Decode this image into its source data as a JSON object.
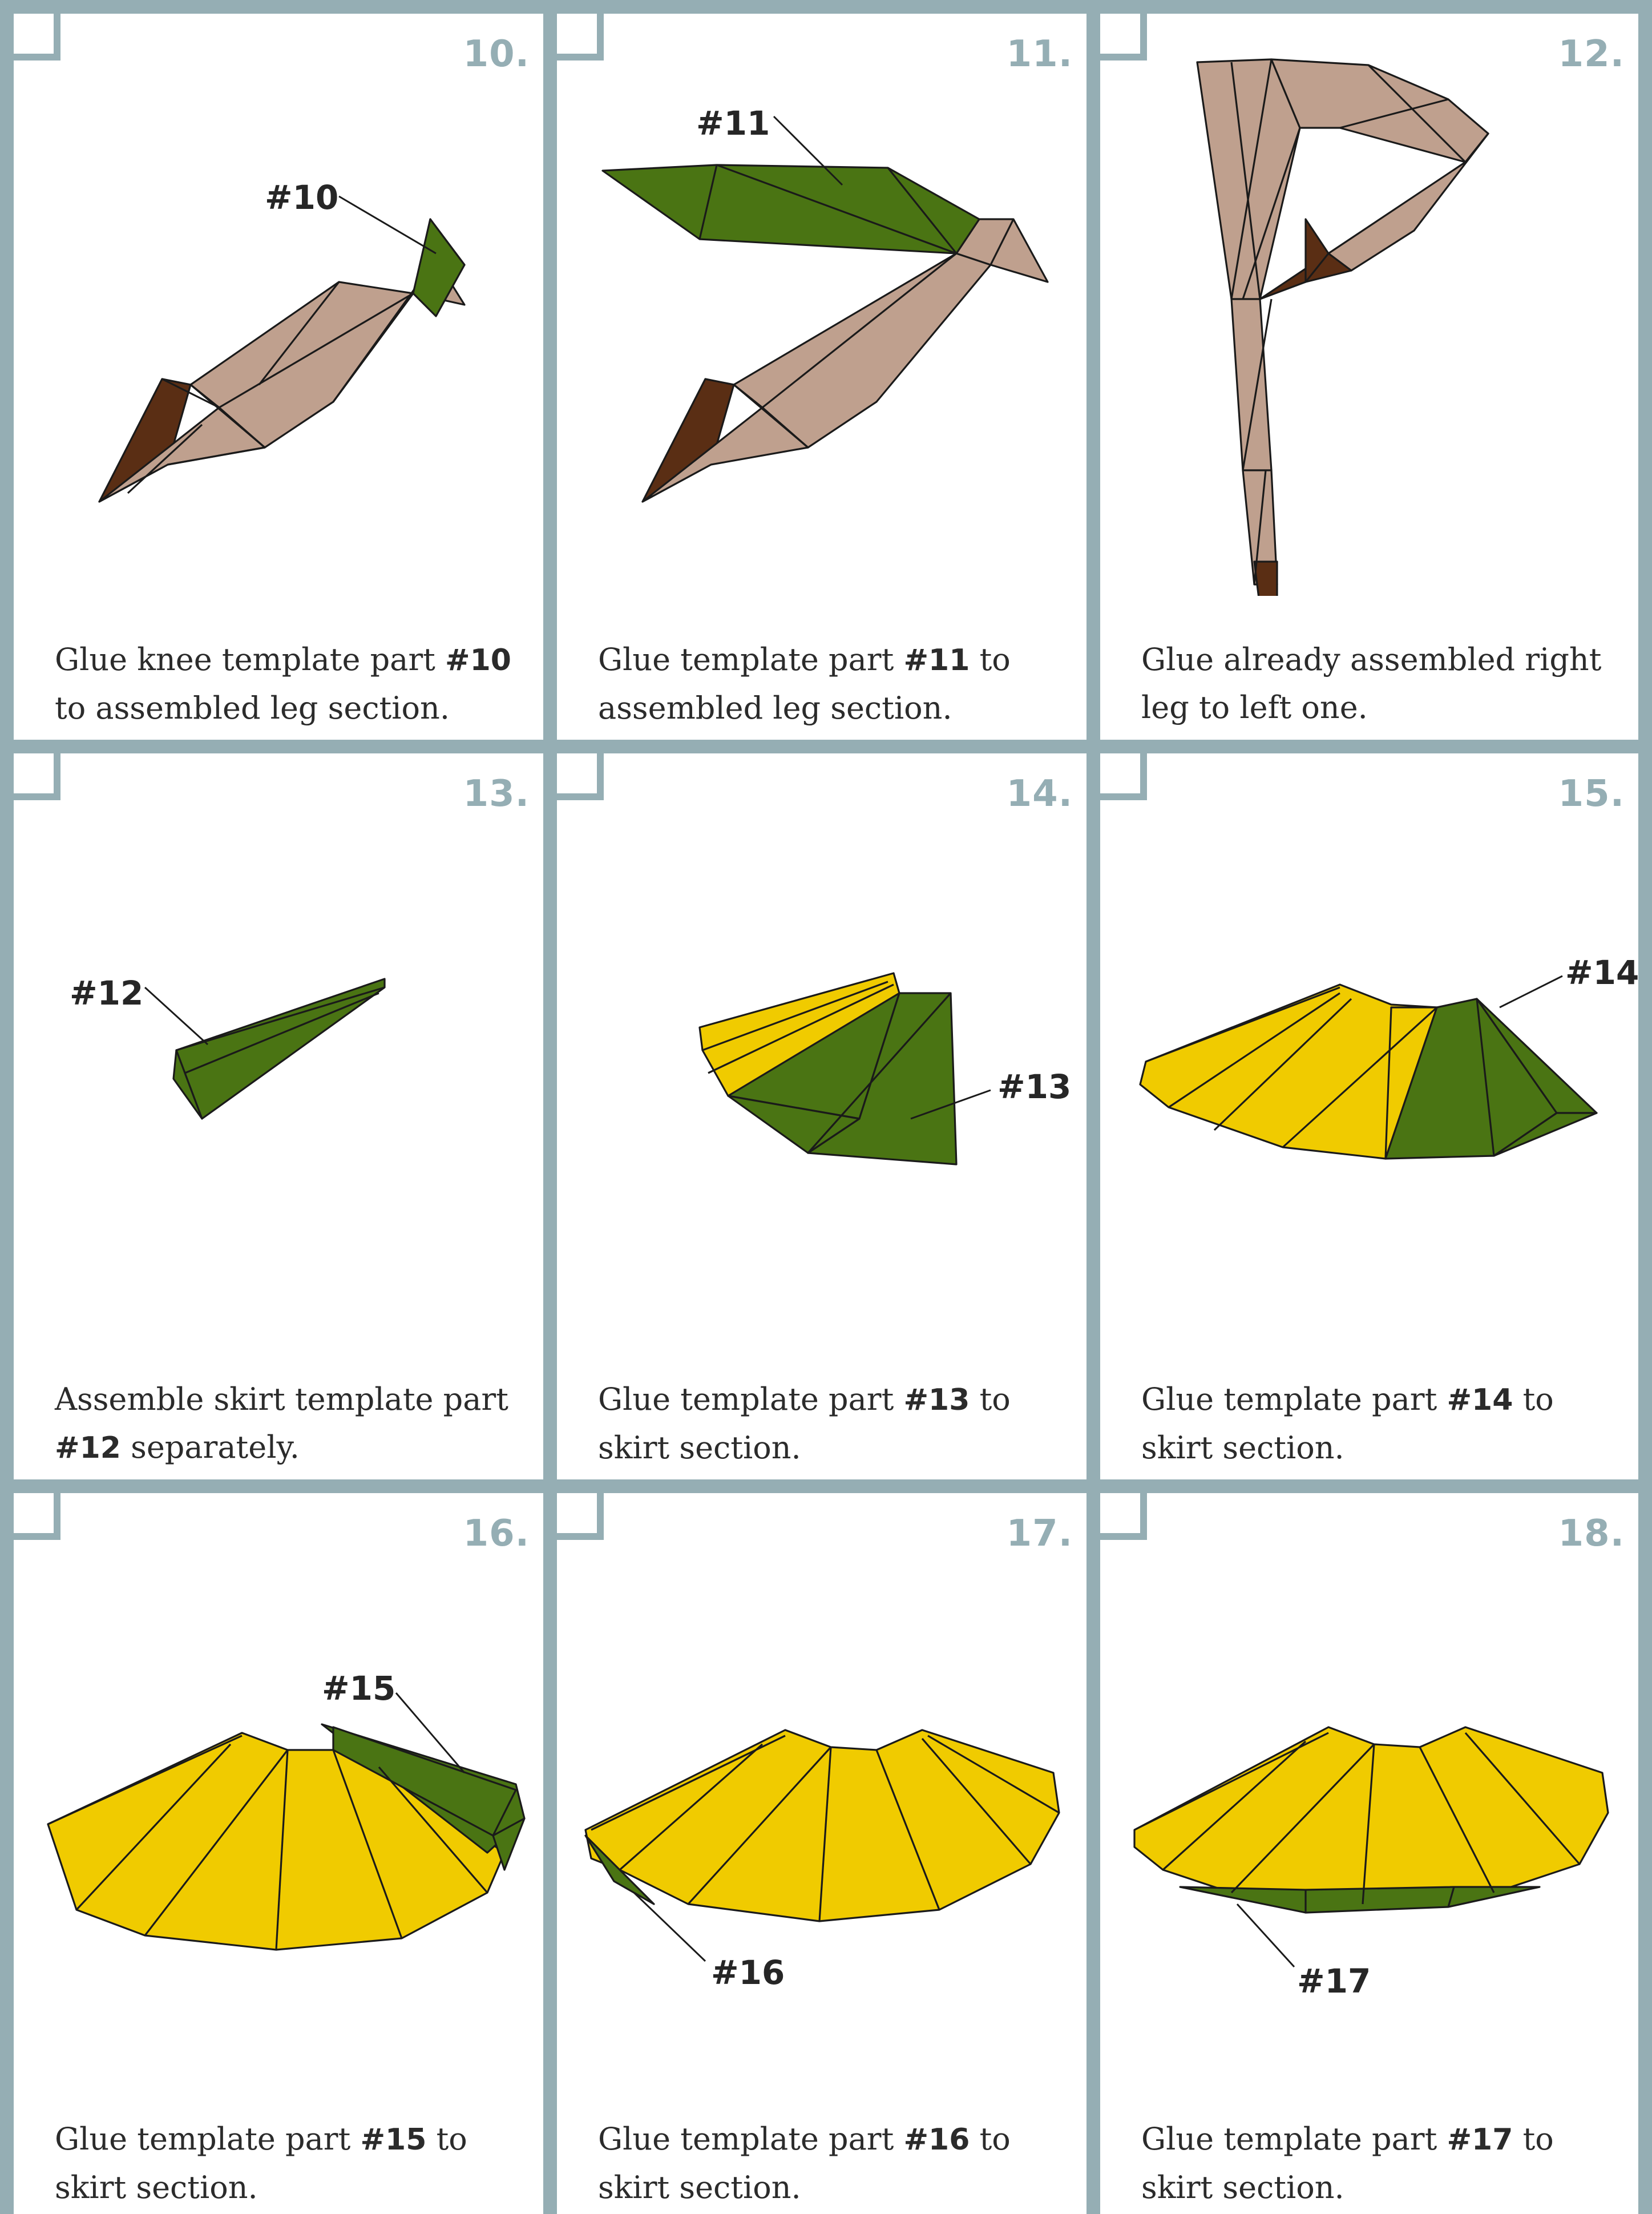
{
  "colors": {
    "frame": "#95aeb4",
    "skin_tan": "#bfa08e",
    "dark_brown": "#5a2e14",
    "new_part_green": "#4a7413",
    "skirt_yellow": "#f0cb00",
    "outline": "#1a1a1a"
  },
  "steps": [
    {
      "number": "10.",
      "part": "#10",
      "text_before": "Glue knee template part ",
      "text_after": " to assembled leg section."
    },
    {
      "number": "11.",
      "part": "#11",
      "text_before": "Glue template part ",
      "text_after": " to assembled leg section."
    },
    {
      "number": "12.",
      "part": "",
      "text_before": "Glue already assembled right leg to left one.",
      "text_after": ""
    },
    {
      "number": "13.",
      "part": "#12",
      "text_before": "Assemble skirt template part ",
      "text_after": " separately."
    },
    {
      "number": "14.",
      "part": "#13",
      "text_before": "Glue template part ",
      "text_after": " to skirt section."
    },
    {
      "number": "15.",
      "part": "#14",
      "text_before": "Glue template part ",
      "text_after": " to skirt section."
    },
    {
      "number": "16.",
      "part": "#15",
      "text_before": "Glue template part ",
      "text_after": " to skirt section."
    },
    {
      "number": "17.",
      "part": "#16",
      "text_before": "Glue template part ",
      "text_after": " to skirt section."
    },
    {
      "number": "18.",
      "part": "#17",
      "text_before": "Glue template part ",
      "text_after": " to skirt section."
    }
  ]
}
